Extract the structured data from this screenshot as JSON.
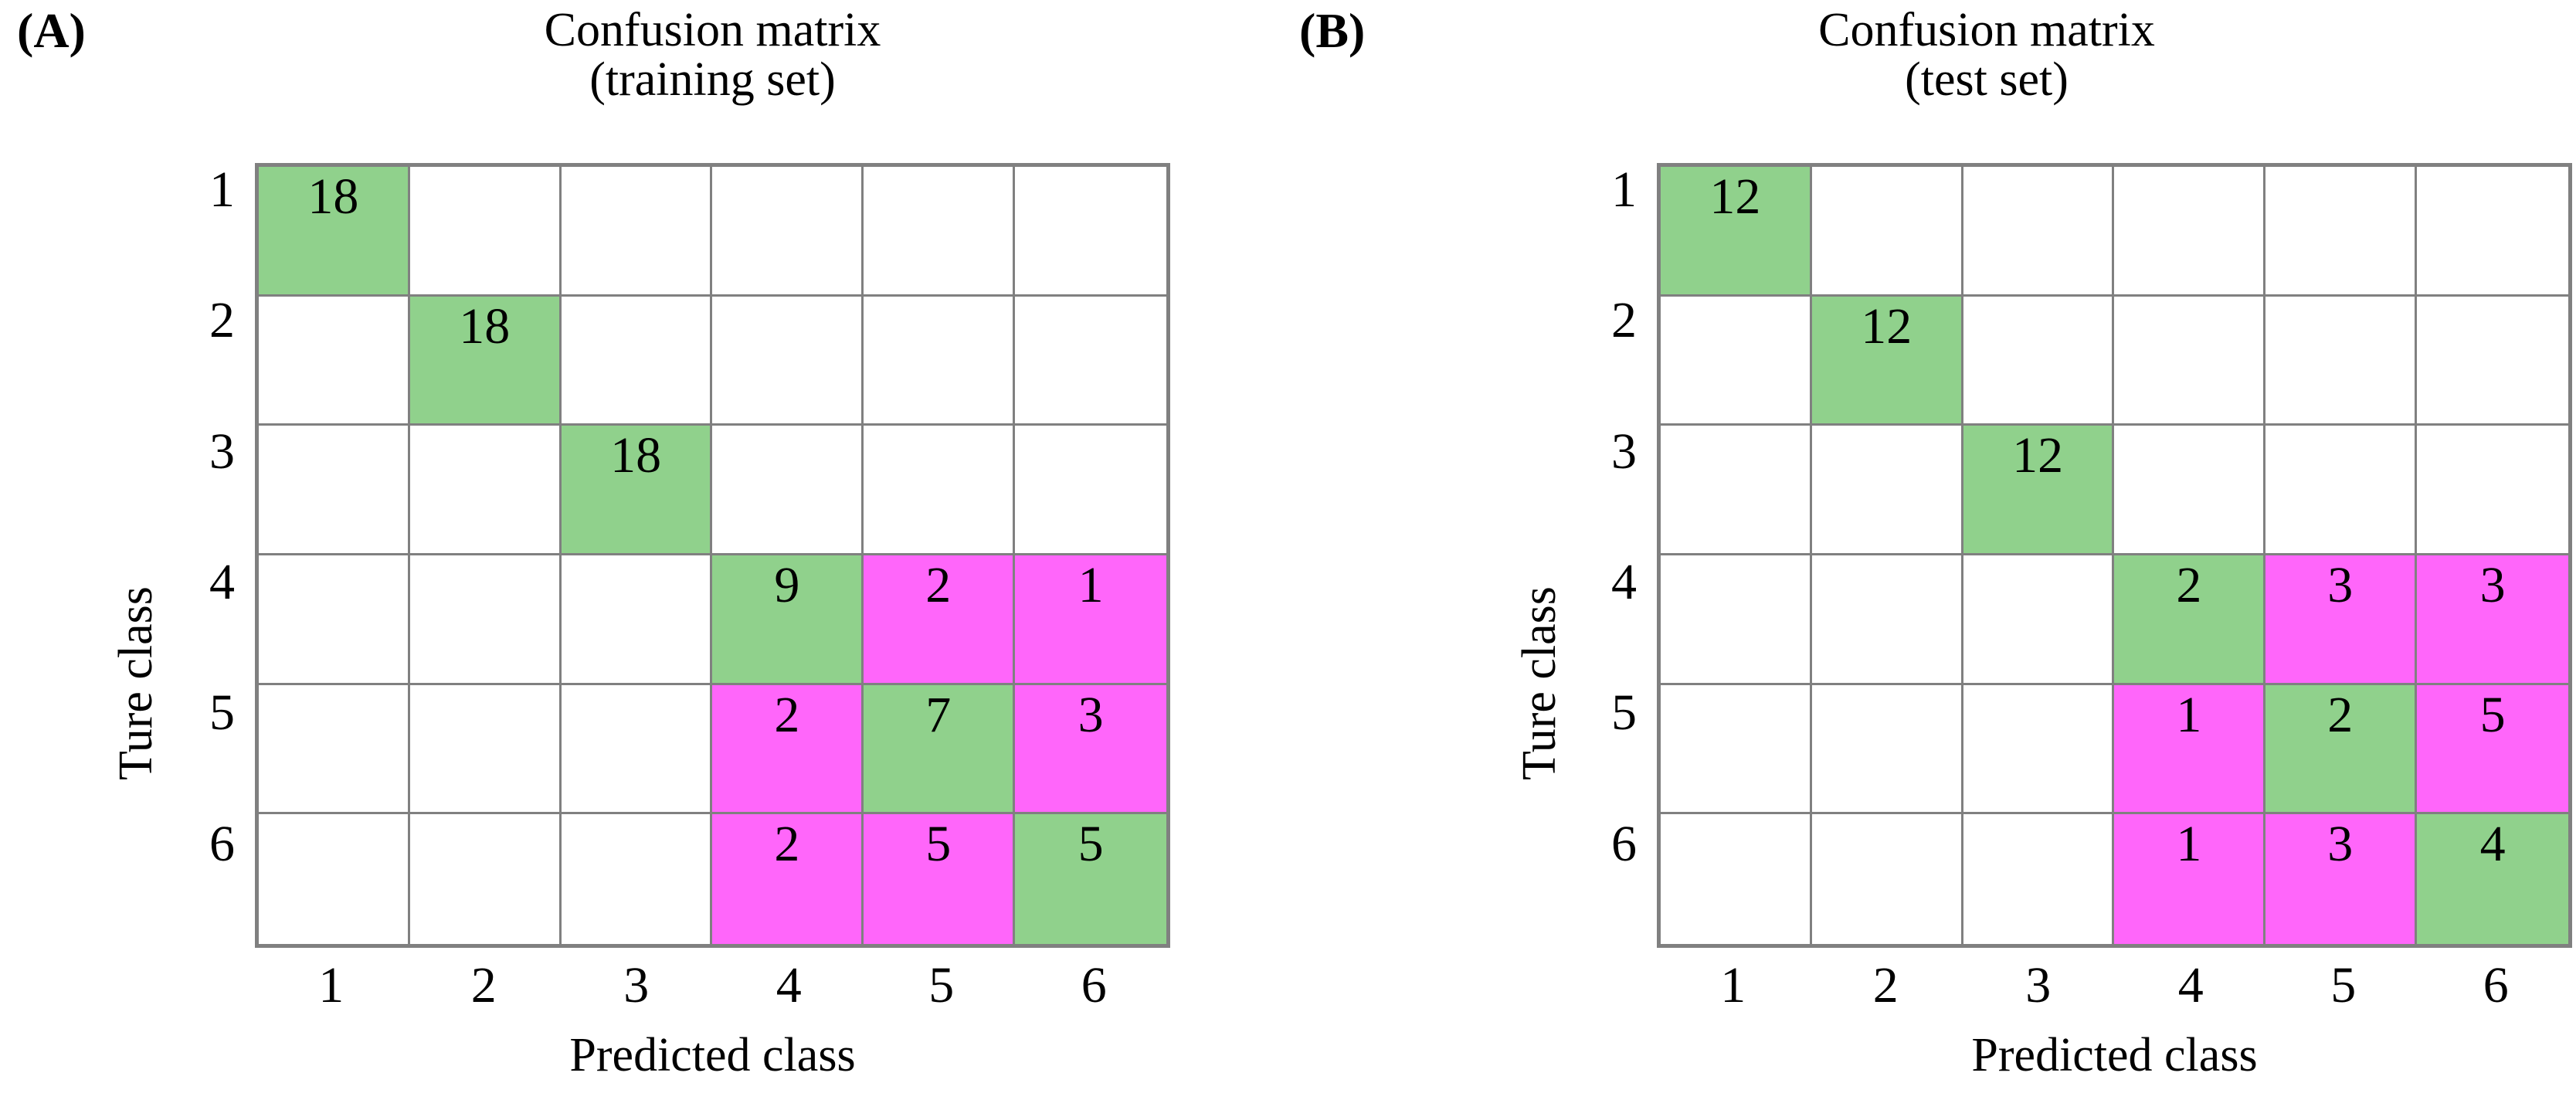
{
  "figure": {
    "panels": [
      {
        "letter": "(A)",
        "title_line1": "Confusion matrix",
        "title_line2": "(training set)",
        "y_axis_label": "Ture class",
        "x_axis_label": "Predicted class",
        "row_ticks": [
          "1",
          "2",
          "3",
          "4",
          "5",
          "6"
        ],
        "col_ticks": [
          "1",
          "2",
          "3",
          "4",
          "5",
          "6"
        ]
      },
      {
        "letter": "(B)",
        "title_line1": "Confusion matrix",
        "title_line2": "(test set)",
        "y_axis_label": "Ture class",
        "x_axis_label": "Predicted class",
        "row_ticks": [
          "1",
          "2",
          "3",
          "4",
          "5",
          "6"
        ],
        "col_ticks": [
          "1",
          "2",
          "3",
          "4",
          "5",
          "6"
        ]
      }
    ]
  },
  "colors": {
    "correct_cell": "#90d18c",
    "incorrect_cell": "#ff66fa",
    "empty_cell": "#ffffff",
    "grid_line": "#808080",
    "text": "#000000",
    "background": "#ffffff"
  },
  "chart_data": [
    {
      "type": "heatmap",
      "title": "Confusion matrix (training set)",
      "panel": "(A)",
      "xlabel": "Predicted class",
      "ylabel": "Ture class",
      "x_categories": [
        "1",
        "2",
        "3",
        "4",
        "5",
        "6"
      ],
      "y_categories": [
        "1",
        "2",
        "3",
        "4",
        "5",
        "6"
      ],
      "grid": true,
      "legend": "none",
      "values": [
        [
          18,
          null,
          null,
          null,
          null,
          null
        ],
        [
          null,
          18,
          null,
          null,
          null,
          null
        ],
        [
          null,
          null,
          18,
          null,
          null,
          null
        ],
        [
          null,
          null,
          null,
          9,
          2,
          1
        ],
        [
          null,
          null,
          null,
          2,
          7,
          3
        ],
        [
          null,
          null,
          null,
          2,
          5,
          5
        ]
      ],
      "cell_colors": [
        [
          "#90d18c",
          "#ffffff",
          "#ffffff",
          "#ffffff",
          "#ffffff",
          "#ffffff"
        ],
        [
          "#ffffff",
          "#90d18c",
          "#ffffff",
          "#ffffff",
          "#ffffff",
          "#ffffff"
        ],
        [
          "#ffffff",
          "#ffffff",
          "#90d18c",
          "#ffffff",
          "#ffffff",
          "#ffffff"
        ],
        [
          "#ffffff",
          "#ffffff",
          "#ffffff",
          "#90d18c",
          "#ff66fa",
          "#ff66fa"
        ],
        [
          "#ffffff",
          "#ffffff",
          "#ffffff",
          "#ff66fa",
          "#90d18c",
          "#ff66fa"
        ],
        [
          "#ffffff",
          "#ffffff",
          "#ffffff",
          "#ff66fa",
          "#ff66fa",
          "#90d18c"
        ]
      ]
    },
    {
      "type": "heatmap",
      "title": "Confusion matrix (test set)",
      "panel": "(B)",
      "xlabel": "Predicted class",
      "ylabel": "Ture class",
      "x_categories": [
        "1",
        "2",
        "3",
        "4",
        "5",
        "6"
      ],
      "y_categories": [
        "1",
        "2",
        "3",
        "4",
        "5",
        "6"
      ],
      "grid": true,
      "legend": "none",
      "values": [
        [
          12,
          null,
          null,
          null,
          null,
          null
        ],
        [
          null,
          12,
          null,
          null,
          null,
          null
        ],
        [
          null,
          null,
          12,
          null,
          null,
          null
        ],
        [
          null,
          null,
          null,
          2,
          3,
          3
        ],
        [
          null,
          null,
          null,
          1,
          2,
          5
        ],
        [
          null,
          null,
          null,
          1,
          3,
          4
        ]
      ],
      "cell_colors": [
        [
          "#90d18c",
          "#ffffff",
          "#ffffff",
          "#ffffff",
          "#ffffff",
          "#ffffff"
        ],
        [
          "#ffffff",
          "#90d18c",
          "#ffffff",
          "#ffffff",
          "#ffffff",
          "#ffffff"
        ],
        [
          "#ffffff",
          "#ffffff",
          "#90d18c",
          "#ffffff",
          "#ffffff",
          "#ffffff"
        ],
        [
          "#ffffff",
          "#ffffff",
          "#ffffff",
          "#90d18c",
          "#ff66fa",
          "#ff66fa"
        ],
        [
          "#ffffff",
          "#ffffff",
          "#ffffff",
          "#ff66fa",
          "#90d18c",
          "#ff66fa"
        ],
        [
          "#ffffff",
          "#ffffff",
          "#ffffff",
          "#ff66fa",
          "#ff66fa",
          "#90d18c"
        ]
      ]
    }
  ]
}
